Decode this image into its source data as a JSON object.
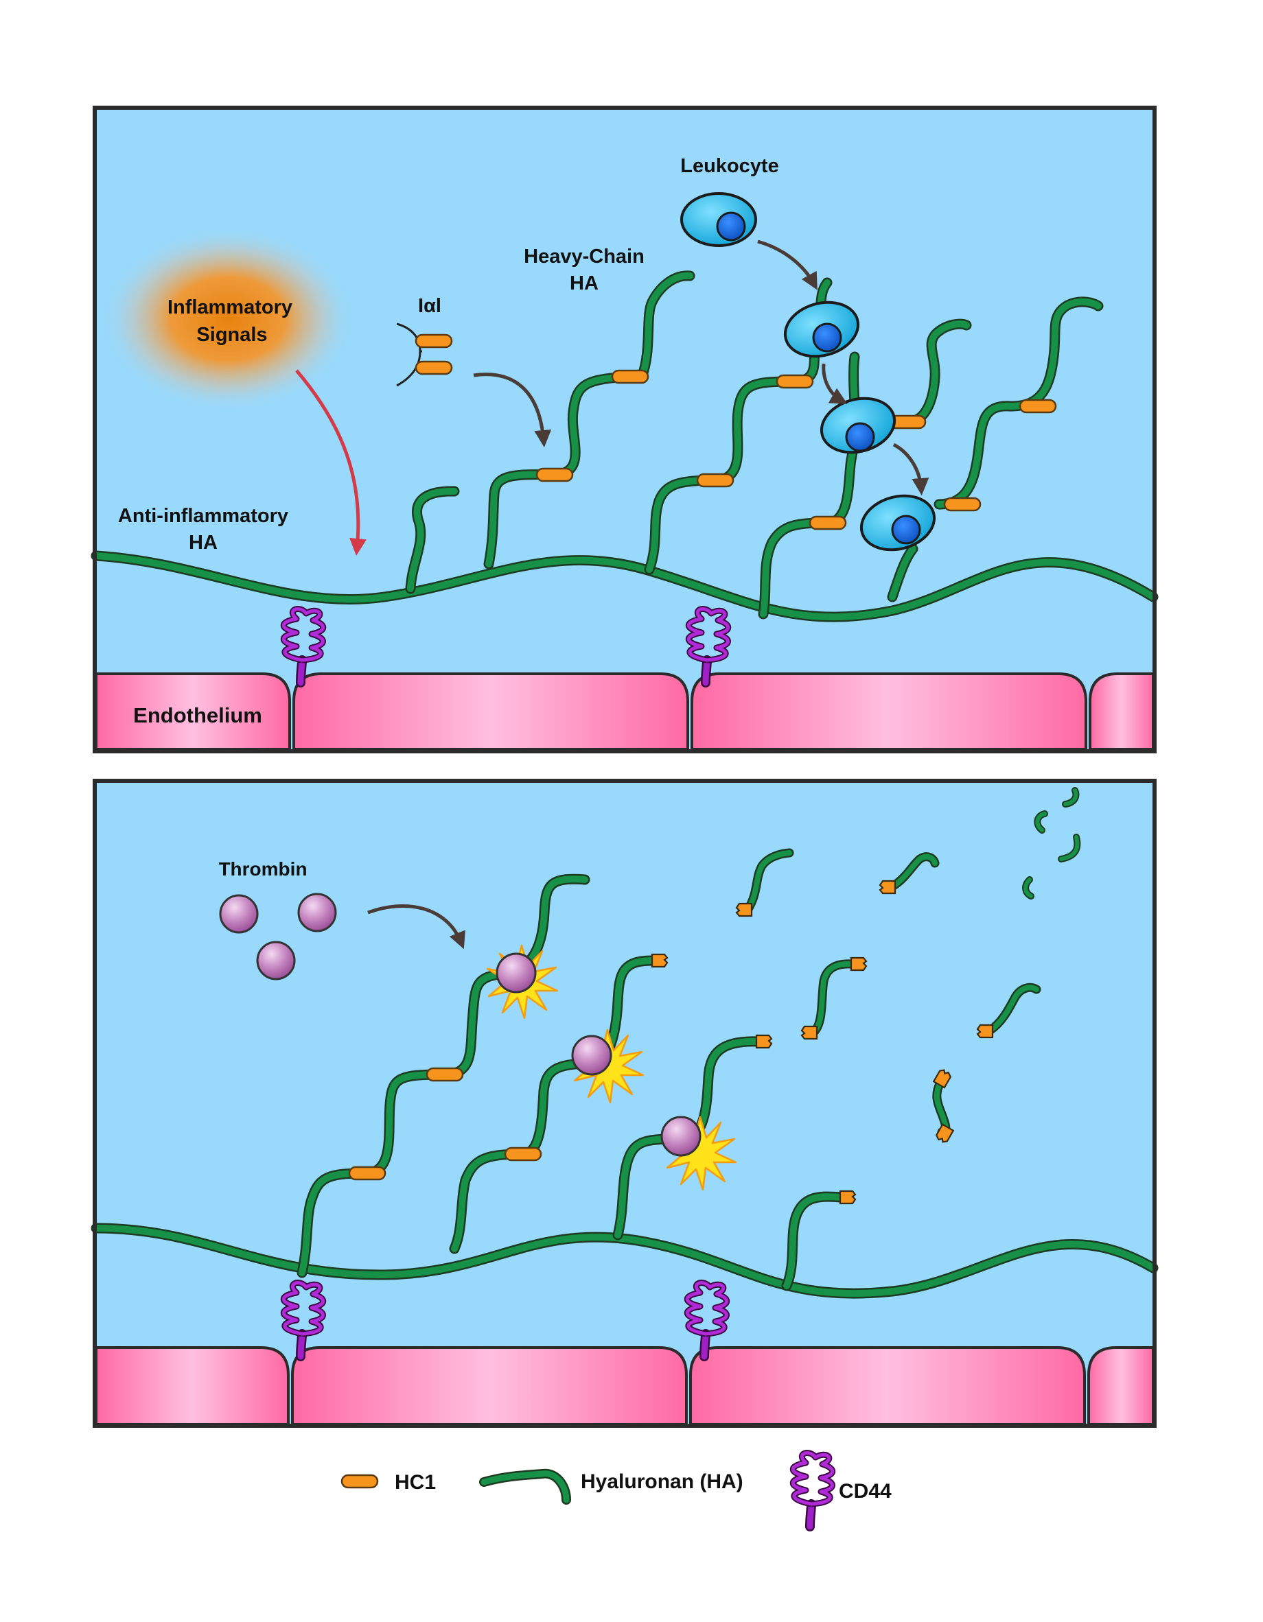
{
  "panel_top": {
    "labels": {
      "inflammatory_signals": [
        "Inflammatory",
        "Signals"
      ],
      "iai": "Iαl",
      "heavy_chain_ha": [
        "Heavy-Chain",
        "HA"
      ],
      "leukocyte": "Leukocyte",
      "anti_inflammatory_ha": [
        "Anti-inflammatory",
        "HA"
      ],
      "endothelium": "Endothelium"
    }
  },
  "panel_bottom": {
    "labels": {
      "thrombin": "Thrombin"
    }
  },
  "legend": {
    "hc1": "HC1",
    "hyaluronan": "Hyaluronan (HA)",
    "cd44": "CD44"
  },
  "colors": {
    "background": "#99d9fb",
    "hyaluronan": "#169147",
    "hc1": "#f7941d",
    "cd44": "#a020c8",
    "endothelium": "#ff6aa3",
    "leukocyte": "#1cb4e6",
    "thrombin": "#c586c0",
    "cleavage_burst": "#ffe21a",
    "inflammatory_signal": "#e8820d",
    "red_arrow": "#d43a48"
  }
}
